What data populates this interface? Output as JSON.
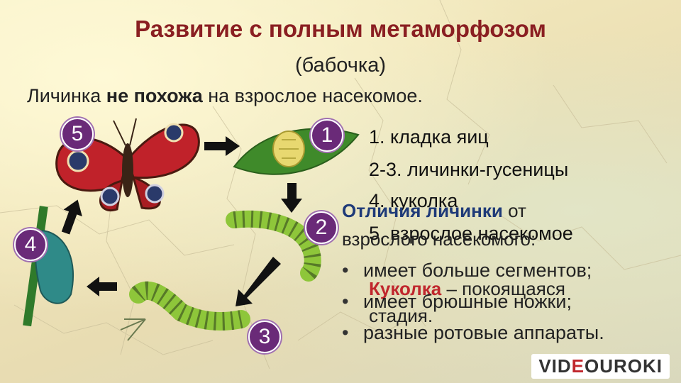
{
  "title": "Развитие с полным метаморфозом",
  "subtitle": "(бабочка)",
  "intro": {
    "before": "Личинка ",
    "bold": "не похожа",
    "after": " на взрослое насекомое."
  },
  "badges": [
    "1",
    "2",
    "3",
    "4",
    "5"
  ],
  "stages": [
    "1. кладка яиц",
    "2-3. личинки-гусеницы",
    "4. куколка",
    "5. взрослое насекомое"
  ],
  "differences": {
    "title_bold": "Отличия личинки",
    "title_rest": " от",
    "title_line2": "взрослого насекомого:",
    "items": [
      "имеет больше сегментов;",
      "имеет брюшные ножки;",
      "разные ротовые аппараты."
    ]
  },
  "pupa_note": {
    "highlight": "Куколка",
    "text": " – покоящаяся",
    "line2": "стадия."
  },
  "logo": {
    "part1": "VID",
    "part2": "E",
    "part3": "OUROKI"
  },
  "colors": {
    "title": "#8a1f22",
    "badge": "#6a2a78",
    "accent_red": "#c0272d",
    "accent_blue": "#1e3a78"
  }
}
